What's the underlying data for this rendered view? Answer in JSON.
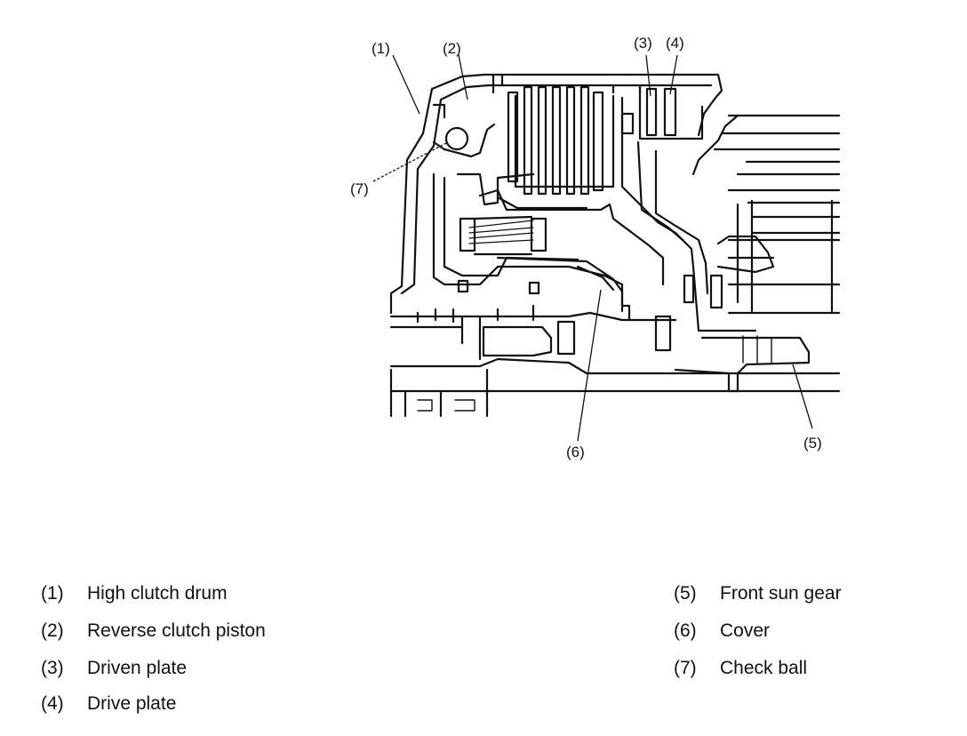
{
  "callouts": {
    "c1": "(1)",
    "c2": "(2)",
    "c3": "(3)",
    "c4": "(4)",
    "c5": "(5)",
    "c6": "(6)",
    "c7": "(7)"
  },
  "legend": {
    "left": [
      {
        "num": "(1)",
        "text": "High clutch drum"
      },
      {
        "num": "(2)",
        "text": "Reverse clutch piston"
      },
      {
        "num": "(3)",
        "text": "Driven plate"
      },
      {
        "num": "(4)",
        "text": "Drive plate"
      }
    ],
    "right": [
      {
        "num": "(5)",
        "text": "Front sun gear"
      },
      {
        "num": "(6)",
        "text": "Cover"
      },
      {
        "num": "(7)",
        "text": "Check ball"
      }
    ]
  }
}
